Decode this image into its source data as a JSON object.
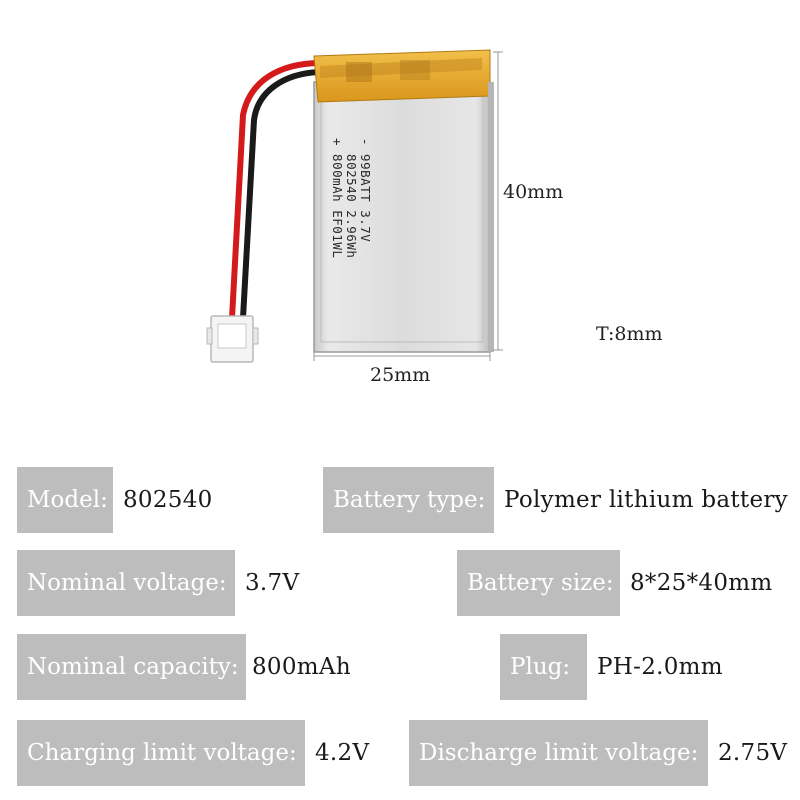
{
  "battery": {
    "print_lines": [
      "- 99BATT 3.7V",
      "  802540 2.96Wh",
      "+ 800mAh EF01WL"
    ],
    "colors": {
      "body": "#d8d8d8",
      "tape": "#e8b030",
      "wire_red": "#d41a1a",
      "wire_black": "#1a1a1a",
      "connector": "#f4f4f4"
    }
  },
  "dimensions": {
    "height": "40mm",
    "width": "25mm",
    "thickness": "T:8mm"
  },
  "specs": {
    "model": {
      "label": "Model:",
      "value": "802540"
    },
    "battery_type": {
      "label": "Battery type:",
      "value": "Polymer lithium battery"
    },
    "nominal_voltage": {
      "label": "Nominal voltage:",
      "value": "3.7V"
    },
    "battery_size": {
      "label": "Battery size:",
      "value": "8*25*40mm"
    },
    "nominal_capacity": {
      "label": "Nominal capacity:",
      "value": "800mAh"
    },
    "plug": {
      "label": "Plug:",
      "value": "PH-2.0mm"
    },
    "charging_limit_voltage": {
      "label": "Charging limit voltage:",
      "value": "4.2V"
    },
    "discharge_limit_voltage": {
      "label": "Discharge limit voltage:",
      "value": "2.75V"
    }
  }
}
